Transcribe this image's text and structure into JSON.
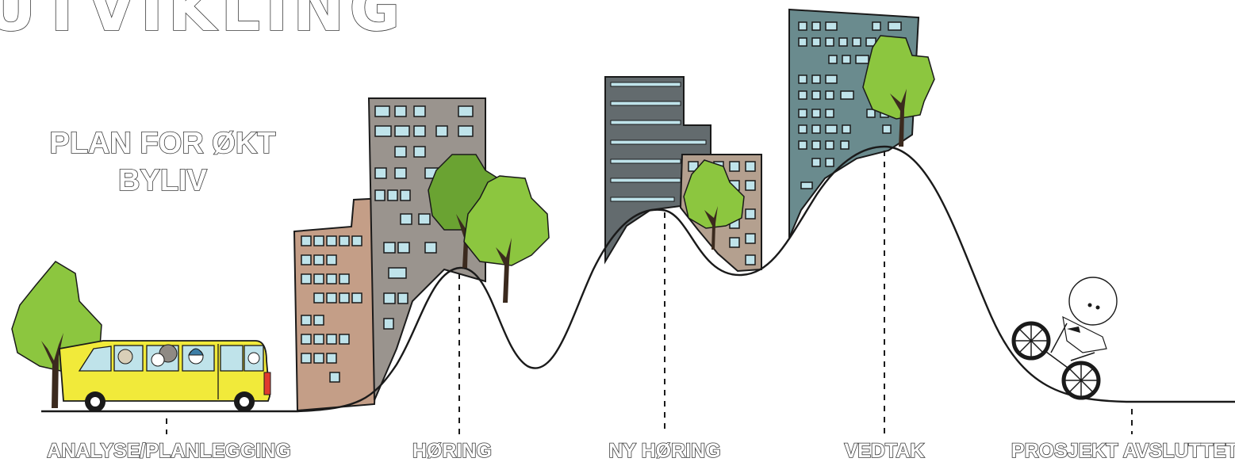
{
  "title": "UTVIKLING",
  "plan": {
    "line1": "PLAN FOR ØKT",
    "line2": "BYLIV"
  },
  "stages": [
    {
      "label": "ANALYSE/PLANLEGGING"
    },
    {
      "label": "HØRING"
    },
    {
      "label": "NY HØRING"
    },
    {
      "label": "VEDTAK"
    },
    {
      "label": "PROSJEKT AVSLUTTET"
    }
  ],
  "colors": {
    "tree_light": "#8cc63f",
    "tree_dark": "#6aa332",
    "trunk": "#3b2a1e",
    "building_tan": "#c49e87",
    "building_gray": "#9a948e",
    "building_dark": "#636b6e",
    "building_teal": "#6a8b8e",
    "window": "#bfe3ea",
    "bus": "#f1ea3a",
    "line": "#1a1a1a"
  },
  "icons": {
    "bus": "bus-icon",
    "cyclist": "cyclist-icon",
    "tree": "tree-icon"
  }
}
